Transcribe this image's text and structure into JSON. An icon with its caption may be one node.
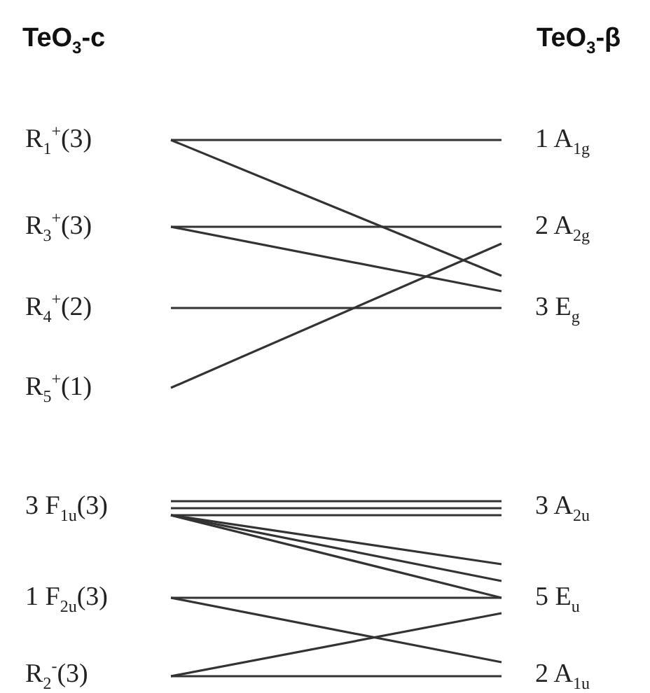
{
  "diagram": {
    "nodes": [
      {
        "text": [
          "R$_{1}$$^{+}$(3)"
        ]
      },
      {
        "text": [
          "1 A$_{1g}$"
        ]
      },
      {
        "text": [
          "R$_{3}$$^{+}$(3)"
        ]
      },
      {
        "text": [
          "2 A$_{2g}$"
        ]
      },
      {
        "text": [
          "R$_{4}$$^{+}$(2)"
        ]
      },
      {
        "text": [
          "3 E$_{g}$"
        ]
      },
      {
        "text": [
          "R$_{5}$$^{+}$(1)"
        ]
      },
      {
        "text": [
          "3 F$_{1u}$(3)"
        ]
      },
      {
        "text": [
          "3 A$_{2u}$"
        ]
      },
      {
        "text": [
          "1 F$_{2u}$(3)"
        ]
      },
      {
        "text": [
          "5 E$_{u}$"
        ]
      },
      {
        "text": [
          "R$_{2}$$^{-}$(3)"
        ]
      },
      {
        "text": [
          "2 A$_{1u}$"
        ]
      }
    ],
    "edges": [
      {
        "from": 0,
        "to": 1,
        "arrow": "none"
      },
      {
        "from": 0,
        "to": 5,
        "arrow": "none"
      },
      {
        "from": 2,
        "to": 3,
        "arrow": "none"
      },
      {
        "from": 2,
        "to": 5,
        "arrow": "none"
      },
      {
        "from": 4,
        "to": 5,
        "arrow": "none"
      },
      {
        "from": 6,
        "to": 3,
        "arrow": "none"
      },
      {
        "from": 7,
        "to": 8,
        "arrow": "none"
      },
      {
        "from": 7,
        "to": 8,
        "arrow": "none"
      },
      {
        "from": 7,
        "to": 8,
        "arrow": "none"
      },
      {
        "from": 7,
        "to": 10,
        "arrow": "none"
      },
      {
        "from": 7,
        "to": 10,
        "arrow": "none"
      },
      {
        "from": 7,
        "to": 10,
        "arrow": "none"
      },
      {
        "from": 9,
        "to": 10,
        "arrow": "none"
      },
      {
        "from": 9,
        "to": 12,
        "arrow": "none"
      },
      {
        "from": 11,
        "to": 10,
        "arrow": "none"
      },
      {
        "from": 11,
        "to": 12,
        "arrow": "none"
      }
    ],
    "labels": [
      "TeO$_{3}$-c",
      "TeO$_{3}$-β"
    ]
  }
}
